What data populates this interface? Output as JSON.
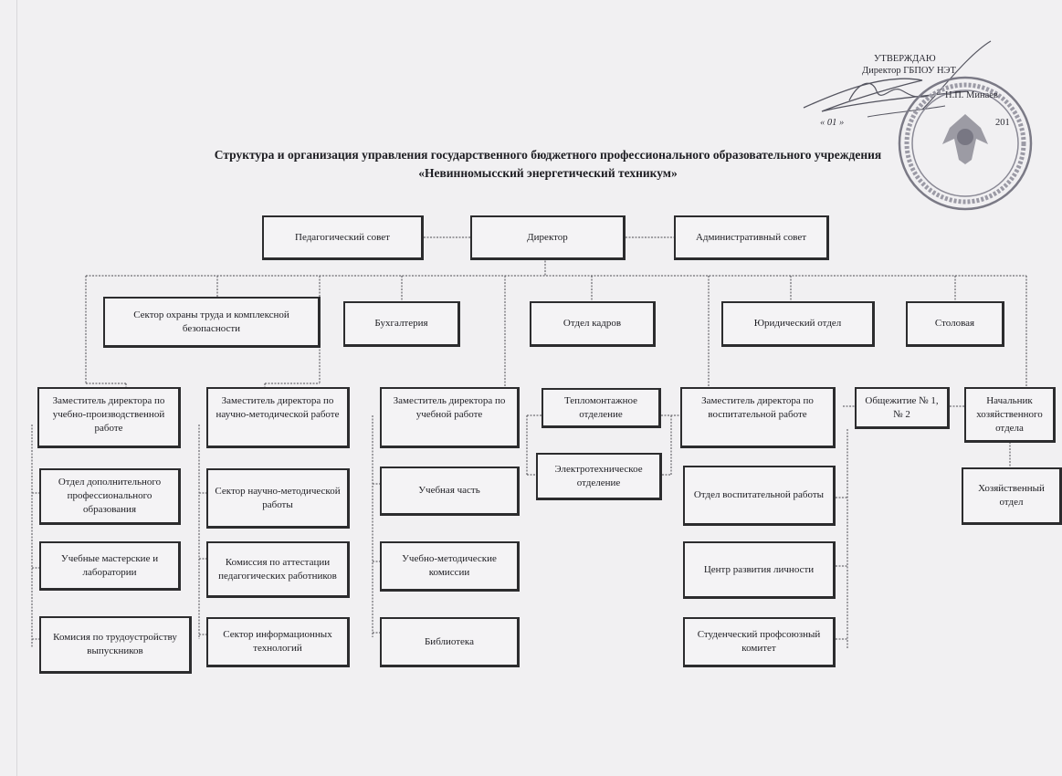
{
  "approval": {
    "line1": "УТВЕРЖДАЮ",
    "line2": "Директор ГБПОУ НЭТ",
    "line3": "Н.П. Минаев",
    "date_day": "« 01 »",
    "date_year": "201"
  },
  "title": {
    "line1": "Структура и организация управления государственного бюджетного профессионального образовательного учреждения",
    "line2": "«Невинномысский энергетический техникум»"
  },
  "boxes": {
    "ped_council": "Педагогический совет",
    "director": "Директор",
    "admin_council": "Административный совет",
    "safety": "Сектор охраны труда и комплексной безопасности",
    "accounting": "Бухгалтерия",
    "hr": "Отдел кадров",
    "legal": "Юридический отдел",
    "canteen": "Столовая",
    "dep_production": "Заместитель директора по учебно-производственной работе",
    "dep_science": "Заместитель директора по научно-методической работе",
    "dep_study": "Заместитель директора по учебной работе",
    "thermal": "Тепломонтажное отделение",
    "electrotech": "Электротехническое отделение",
    "dep_education": "Заместитель директора по воспитательной работе",
    "dormitory": "Общежитие № 1, № 2",
    "household_head": "Начальник хозяйственного отдела",
    "household_dept": "Хозяйственный отдел",
    "additional_edu": "Отдел дополнительного профессионального образования",
    "workshops": "Учебные мастерские и лаборатории",
    "employment": "Комисия по трудоустройству выпускников",
    "science_sector": "Сектор научно-методической работы",
    "attestation": "Комиссия по аттестации педагогических работников",
    "it_sector": "Сектор информационных технологий",
    "study_part": "Учебная часть",
    "method_comm": "Учебно-методические комиссии",
    "library": "Библиотека",
    "upbringing": "Отдел воспитательной работы",
    "personal_dev": "Центр развития личности",
    "union": "Студенческий профсоюзный комитет"
  }
}
